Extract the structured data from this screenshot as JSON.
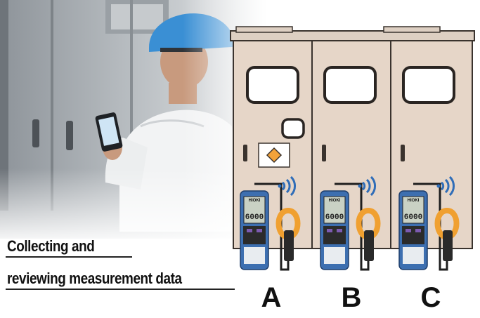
{
  "caption": {
    "line1": "Collecting and",
    "line2": "reviewing measurement data"
  },
  "units": [
    {
      "label": "A"
    },
    {
      "label": "B"
    },
    {
      "label": "C"
    }
  ],
  "meter": {
    "brand": "HIOKI",
    "reading": "6000"
  },
  "icons": {
    "signal": "wireless-signal-icon",
    "warning": "warning-diamond-icon"
  },
  "colors": {
    "cabinet": "#e6d6c8",
    "cabinet_outline": "#3a332e",
    "meter_body": "#3d6fb0",
    "clamp": "#f0a030",
    "signal": "#2f6db8"
  }
}
